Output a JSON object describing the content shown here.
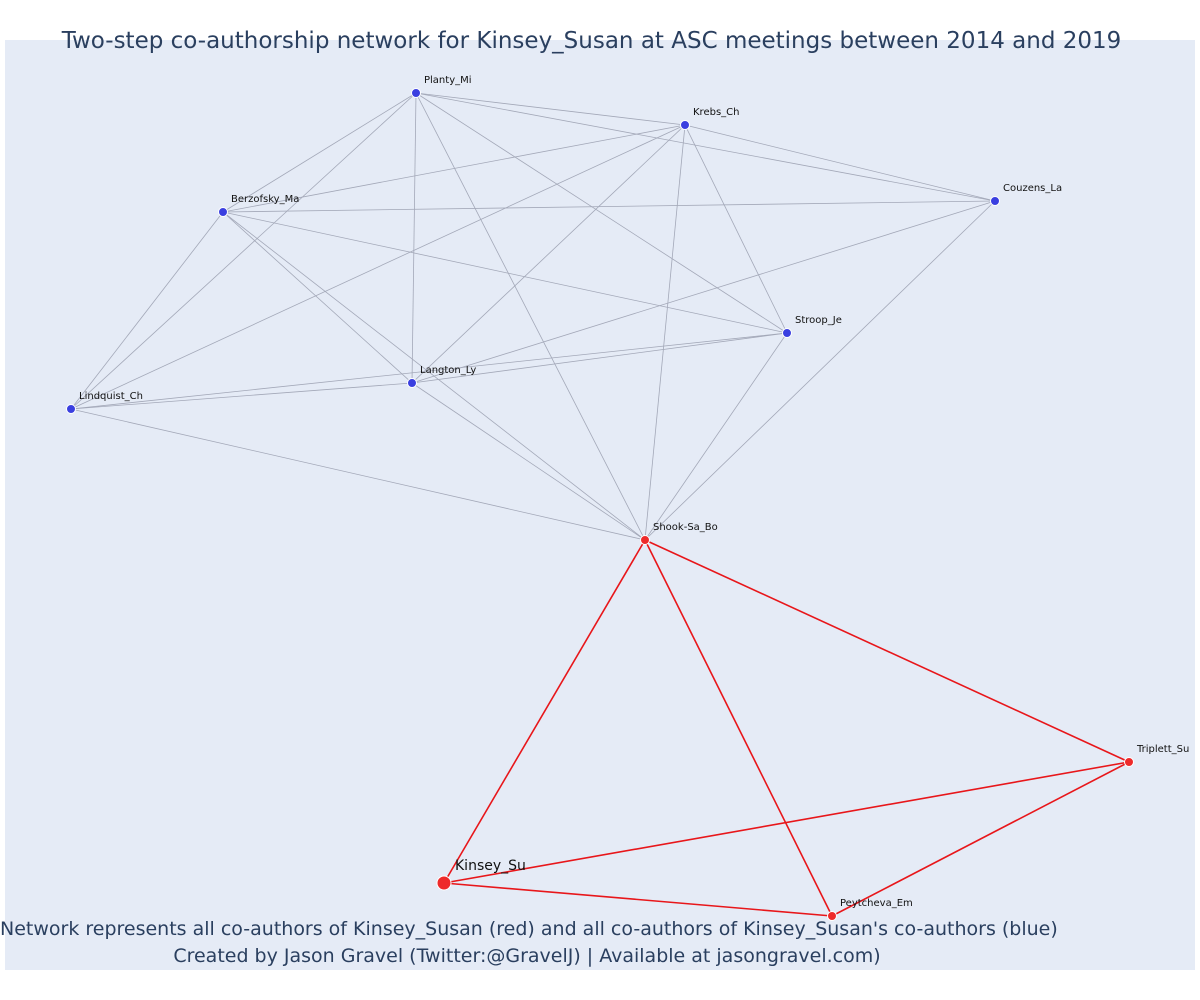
{
  "title": "Two-step co-authorship network for Kinsey_Susan at ASC meetings between 2014 and 2019",
  "caption": {
    "line1": "Network represents all co-authors of Kinsey_Susan (red) and all co-authors of Kinsey_Susan's co-authors (blue)",
    "line2": "Created by Jason Gravel (Twitter:@GravelJ) | Available at jasongravel.com)"
  },
  "colors": {
    "background": "#e5ebf6",
    "first_step_edge": "#e8161a",
    "second_step_edge": "#a3a8b8",
    "red_node": "#ee2a2a",
    "blue_node": "#3a3fe0",
    "node_outline": "#ffffff"
  },
  "nodes": [
    {
      "id": "Planty_Mi",
      "label": "Planty_Mi",
      "group": "blue"
    },
    {
      "id": "Krebs_Ch",
      "label": "Krebs_Ch",
      "group": "blue"
    },
    {
      "id": "Couzens_La",
      "label": "Couzens_La",
      "group": "blue"
    },
    {
      "id": "Berzofsky_Ma",
      "label": "Berzofsky_Ma",
      "group": "blue"
    },
    {
      "id": "Stroop_Je",
      "label": "Stroop_Je",
      "group": "blue"
    },
    {
      "id": "Langton_Ly",
      "label": "Langton_Ly",
      "group": "blue"
    },
    {
      "id": "Lindquist_Ch",
      "label": "Lindquist_Ch",
      "group": "blue"
    },
    {
      "id": "Shook-Sa_Bo",
      "label": "Shook-Sa_Bo",
      "group": "red"
    },
    {
      "id": "Triplett_Su",
      "label": "Triplett_Su",
      "group": "red"
    },
    {
      "id": "Kinsey_Su",
      "label": "Kinsey_Su",
      "group": "focal"
    },
    {
      "id": "Peytcheva_Em",
      "label": "Peytcheva_Em",
      "group": "red"
    }
  ],
  "edges": [
    {
      "source": "Kinsey_Su",
      "target": "Shook-Sa_Bo",
      "group": "red"
    },
    {
      "source": "Kinsey_Su",
      "target": "Triplett_Su",
      "group": "red"
    },
    {
      "source": "Kinsey_Su",
      "target": "Peytcheva_Em",
      "group": "red"
    },
    {
      "source": "Shook-Sa_Bo",
      "target": "Triplett_Su",
      "group": "red"
    },
    {
      "source": "Shook-Sa_Bo",
      "target": "Peytcheva_Em",
      "group": "red"
    },
    {
      "source": "Triplett_Su",
      "target": "Peytcheva_Em",
      "group": "red"
    },
    {
      "source": "Planty_Mi",
      "target": "Krebs_Ch",
      "group": "blue"
    },
    {
      "source": "Planty_Mi",
      "target": "Couzens_La",
      "group": "blue"
    },
    {
      "source": "Planty_Mi",
      "target": "Berzofsky_Ma",
      "group": "blue"
    },
    {
      "source": "Planty_Mi",
      "target": "Stroop_Je",
      "group": "blue"
    },
    {
      "source": "Planty_Mi",
      "target": "Langton_Ly",
      "group": "blue"
    },
    {
      "source": "Planty_Mi",
      "target": "Lindquist_Ch",
      "group": "blue"
    },
    {
      "source": "Planty_Mi",
      "target": "Shook-Sa_Bo",
      "group": "blue"
    },
    {
      "source": "Krebs_Ch",
      "target": "Couzens_La",
      "group": "blue"
    },
    {
      "source": "Krebs_Ch",
      "target": "Berzofsky_Ma",
      "group": "blue"
    },
    {
      "source": "Krebs_Ch",
      "target": "Stroop_Je",
      "group": "blue"
    },
    {
      "source": "Krebs_Ch",
      "target": "Langton_Ly",
      "group": "blue"
    },
    {
      "source": "Krebs_Ch",
      "target": "Lindquist_Ch",
      "group": "blue"
    },
    {
      "source": "Krebs_Ch",
      "target": "Shook-Sa_Bo",
      "group": "blue"
    },
    {
      "source": "Berzofsky_Ma",
      "target": "Couzens_La",
      "group": "blue"
    },
    {
      "source": "Berzofsky_Ma",
      "target": "Stroop_Je",
      "group": "blue"
    },
    {
      "source": "Berzofsky_Ma",
      "target": "Langton_Ly",
      "group": "blue"
    },
    {
      "source": "Berzofsky_Ma",
      "target": "Lindquist_Ch",
      "group": "blue"
    },
    {
      "source": "Berzofsky_Ma",
      "target": "Shook-Sa_Bo",
      "group": "blue"
    },
    {
      "source": "Couzens_La",
      "target": "Langton_Ly",
      "group": "blue"
    },
    {
      "source": "Couzens_La",
      "target": "Shook-Sa_Bo",
      "group": "blue"
    },
    {
      "source": "Stroop_Je",
      "target": "Langton_Ly",
      "group": "blue"
    },
    {
      "source": "Stroop_Je",
      "target": "Lindquist_Ch",
      "group": "blue"
    },
    {
      "source": "Stroop_Je",
      "target": "Shook-Sa_Bo",
      "group": "blue"
    },
    {
      "source": "Langton_Ly",
      "target": "Lindquist_Ch",
      "group": "blue"
    },
    {
      "source": "Langton_Ly",
      "target": "Shook-Sa_Bo",
      "group": "blue"
    },
    {
      "source": "Lindquist_Ch",
      "target": "Shook-Sa_Bo",
      "group": "blue"
    }
  ]
}
